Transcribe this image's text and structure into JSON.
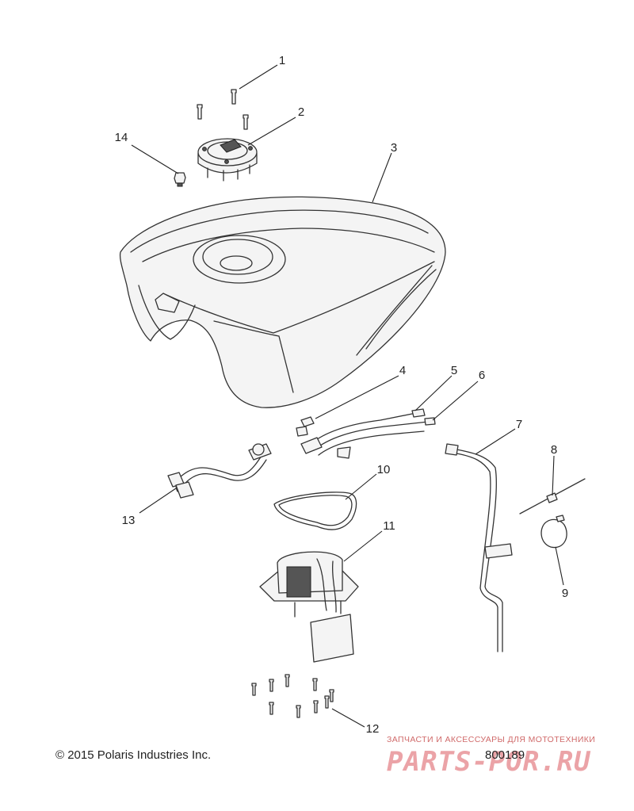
{
  "callouts": [
    "1",
    "2",
    "3",
    "4",
    "5",
    "6",
    "7",
    "8",
    "9",
    "10",
    "11",
    "12",
    "13",
    "14"
  ],
  "footer": {
    "copyright": "© 2015 Polaris Industries Inc.",
    "diagram_number": "800189"
  },
  "watermark": {
    "caption": "ЗАПЧАСТИ И АКСЕССУАРЫ ДЛЯ МОТОТЕХНИКИ",
    "logo_text": "PARTS-POR.RU"
  },
  "colors": {
    "line": "#333333",
    "watermark": "#d0323c"
  }
}
